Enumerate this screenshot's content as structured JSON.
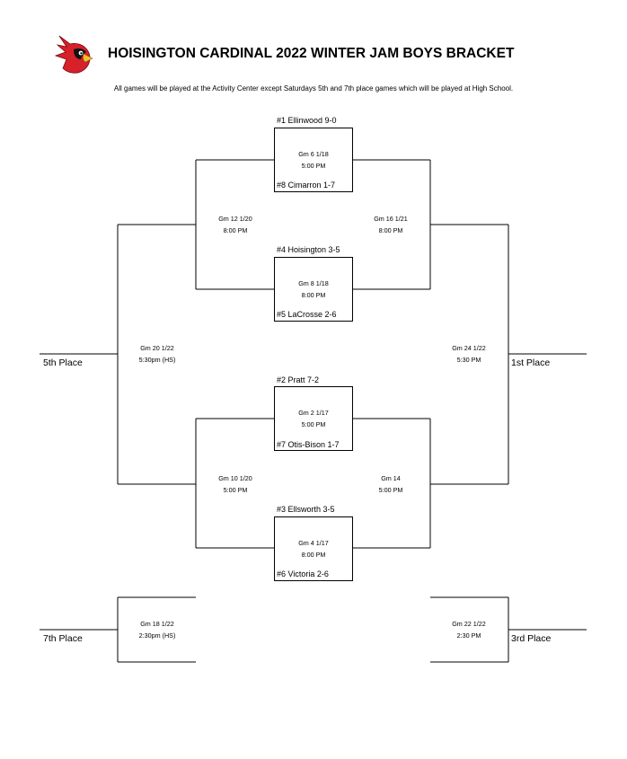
{
  "header": {
    "logo_icon": "cardinal-head-icon",
    "title": "HOISINGTON CARDINAL 2022 WINTER JAM BOYS BRACKET",
    "subtitle": "All games will be played at the Activity Center except Saturdays 5th and 7th place games which will be played at High School."
  },
  "colors": {
    "cardinal_red": "#d6202a",
    "beak": "#f2c12e",
    "mask": "#111111"
  },
  "teams": {
    "t1": "#1 Ellinwood 9-0",
    "t8": "#8 Cimarron 1-7",
    "t4": "#4 Hoisington 3-5",
    "t5": "#5 LaCrosse 2-6",
    "t2": "#2 Pratt 7-2",
    "t7": "#7 Otis-Bison 1-7",
    "t3": "#3 Ellsworth 3-5",
    "t6": "#6 Victoria 2-6"
  },
  "games": {
    "gm6": {
      "label": "Gm 6 1/18",
      "time": "5:00 PM"
    },
    "gm8": {
      "label": "Gm 8 1/18",
      "time": "8:00 PM"
    },
    "gm2": {
      "label": "Gm 2 1/17",
      "time": "5:00 PM"
    },
    "gm4": {
      "label": "Gm 4 1/17",
      "time": "8:00 PM"
    },
    "gm12": {
      "label": "Gm 12 1/20",
      "time": "8:00 PM"
    },
    "gm16": {
      "label": "Gm 16 1/21",
      "time": "8:00 PM"
    },
    "gm10": {
      "label": "Gm 10 1/20",
      "time": "5:00 PM"
    },
    "gm14": {
      "label": "Gm 14",
      "time": "5:00 PM"
    },
    "gm20": {
      "label": "Gm 20 1/22",
      "time": "5:30pm (HS)"
    },
    "gm24": {
      "label": "Gm 24 1/22",
      "time": "5:30 PM"
    },
    "gm18": {
      "label": "Gm 18 1/22",
      "time": "2:30pm (HS)"
    },
    "gm22": {
      "label": "Gm 22 1/22",
      "time": "2:30 PM"
    }
  },
  "places": {
    "fifth": "5th Place",
    "first": "1st Place",
    "seventh": "7th Place",
    "third": "3rd Place"
  }
}
